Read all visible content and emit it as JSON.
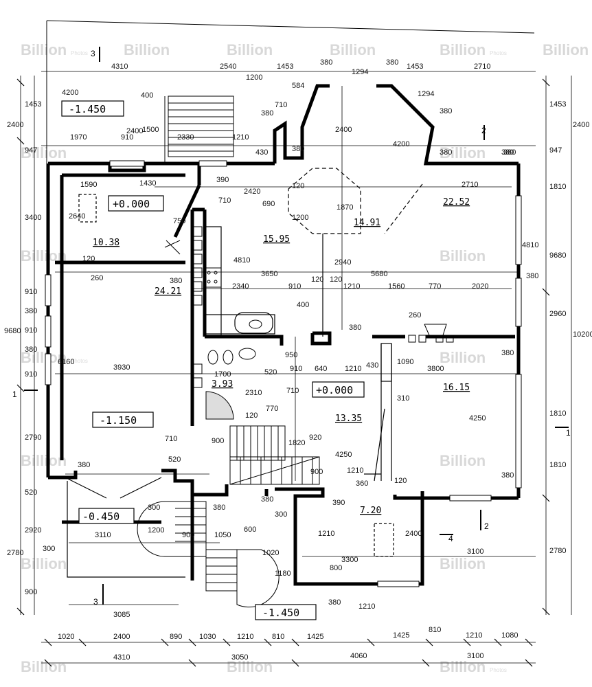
{
  "watermark": {
    "brand": "Billion",
    "sub": "Photos"
  },
  "levels": {
    "top_left": "-1.450",
    "hall": "+0.000",
    "center": "+0.000",
    "basement": "-1.150",
    "terrace": "-0.450",
    "bottom": "-1.450"
  },
  "areas": {
    "room_a": "10.38",
    "room_b": "24.21",
    "room_c": "15.95",
    "room_d": "14.91",
    "room_e": "22.52",
    "room_f": "3.93",
    "room_g": "16.15",
    "room_h": "13.35",
    "room_i": "7.20"
  },
  "sections": {
    "s3_top": "3",
    "s2_right": "2",
    "s1_left": "1",
    "s1_right": "1",
    "s2_bottom": "2",
    "s4": "4",
    "s3_bottom": "3"
  },
  "dims": {
    "top_4310": "4310",
    "top_2540": "2540",
    "top_1453a": "1453",
    "top_380a": "380",
    "top_1294a": "1294",
    "top_380b": "380",
    "top_1453b": "1453",
    "top_2710": "2710",
    "t_1200": "1200",
    "t_584": "584",
    "t_380c": "380",
    "t_1294b": "1294",
    "t_4200a": "4200",
    "t_400": "400",
    "t_2400a": "2400",
    "t_1500": "1500",
    "t_380d": "380",
    "t_710": "710",
    "t_2400b": "2400",
    "t_380e": "380",
    "t_2330": "2330",
    "t_1210a": "1210",
    "t_1970": "1970",
    "t_910a": "910",
    "t_430a": "430",
    "t_380f": "380",
    "t_4200b": "4200",
    "t_380g": "380",
    "l_2400": "2400",
    "l_1453": "1453",
    "l_947": "947",
    "l_3400": "3400",
    "l_910a": "910",
    "l_380a": "380",
    "l_910b": "910",
    "l_380b": "380",
    "l_910c": "910",
    "l_9680": "9680",
    "l_2790": "2790",
    "l_520": "520",
    "l_2920": "2920",
    "l_2780": "2780",
    "l_900": "900",
    "r_1453": "1453",
    "r_2400": "2400",
    "r_947": "947",
    "r_1810a": "1810",
    "r_4810": "4810",
    "r_380a": "380",
    "r_9680": "9680",
    "r_2960": "2960",
    "r_10200": "10200",
    "r_1810b": "1810",
    "r_1810c": "1810",
    "r_2780": "2780",
    "r_380b": "380",
    "r_380c": "380",
    "r_380d": "380",
    "i_1590": "1590",
    "i_1430": "1430",
    "i_390": "390",
    "i_2420": "2420",
    "i_120a": "120",
    "i_2710": "2710",
    "i_2640": "2640",
    "i_710a": "710",
    "i_750": "750",
    "i_690": "690",
    "i_1200": "1200",
    "i_1870": "1870",
    "i_120b": "120",
    "i_260a": "260",
    "i_4810": "4810",
    "i_380a": "380",
    "i_3650": "3650",
    "i_5680": "5680",
    "i_2340": "2340",
    "i_910": "910",
    "i_120c": "120",
    "i_120d": "120",
    "i_1210a": "1210",
    "i_1560": "1560",
    "i_770a": "770",
    "i_2020": "2020",
    "i_2940": "2940",
    "i_400": "400",
    "i_380b": "380",
    "i_260b": "260",
    "i_950": "950",
    "i_1090": "1090",
    "i_6160": "6160",
    "i_3930": "3930",
    "i_1700": "1700",
    "i_520a": "520",
    "i_910b": "910",
    "i_640": "640",
    "i_1210b": "1210",
    "i_430": "430",
    "i_3800": "3800",
    "i_2310": "2310",
    "i_710b": "710",
    "i_770b": "770",
    "i_120e": "120",
    "i_310": "310",
    "i_4250a": "4250",
    "i_710c": "710",
    "i_900a": "900",
    "i_1820": "1820",
    "i_920": "920",
    "i_4250b": "4250",
    "i_520b": "520",
    "i_380c": "380",
    "i_900b": "900",
    "i_1210c": "1210",
    "i_120f": "120",
    "i_360": "360",
    "i_390b": "390",
    "i_380d": "380",
    "i_300a": "300",
    "i_1200b": "1200",
    "i_380e": "380",
    "i_300b": "300",
    "i_3110": "3110",
    "i_900c": "900",
    "i_1050": "1050",
    "i_600": "600",
    "i_1210d": "1210",
    "i_2400c": "2400",
    "i_300c": "300",
    "i_1020": "1020",
    "i_3300": "3300",
    "i_3100a": "3100",
    "i_1180": "1180",
    "i_800": "800",
    "i_3085": "3085",
    "i_380f": "380",
    "i_1210e": "1210",
    "b1_1020": "1020",
    "b1_2400": "2400",
    "b1_890": "890",
    "b1_1030": "1030",
    "b1_1210a": "1210",
    "b1_810a": "810",
    "b1_1425a": "1425",
    "b1_1425b": "1425",
    "b1_810b": "810",
    "b1_1210b": "1210",
    "b1_1080": "1080",
    "b2_4310": "4310",
    "b2_3050": "3050",
    "b2_4060": "4060",
    "b2_3100": "3100"
  }
}
